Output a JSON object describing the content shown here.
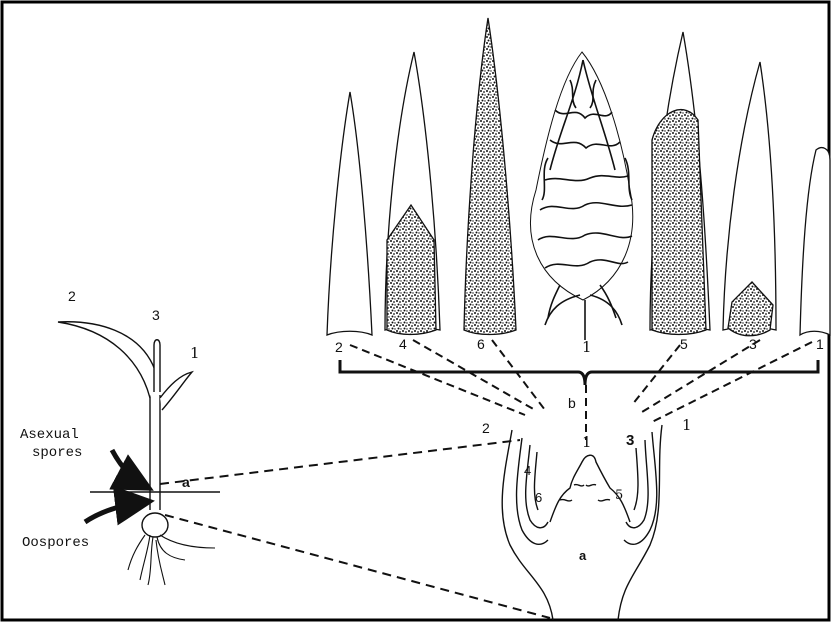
{
  "figure": {
    "plant_labels": {
      "leaf_2": "2",
      "leaf_3": "3",
      "leaf_1": "1"
    },
    "annotations": {
      "asexual_line1": "Asexual",
      "asexual_line2": "spores",
      "oospores": "Oospores",
      "cut_label": "a"
    },
    "leaf_row_labels": [
      "2",
      "4",
      "6",
      "1",
      "5",
      "3",
      "1"
    ],
    "section_labels": {
      "b": "b",
      "a": "a",
      "n2": "2",
      "n4": "4",
      "n6": "6",
      "n1_center": "1",
      "n3": "3",
      "n5": "5",
      "n1_right": "1"
    },
    "colors": {
      "ink": "#111111",
      "background": "#ffffff",
      "frame": "#000000"
    },
    "shading": {
      "leaf_4": "dense-stipple",
      "leaf_6": "dense-stipple",
      "leaf_5": "dense-stipple",
      "leaf_3": "dense-stipple",
      "leaf_1_center": "hairy-downy-growth"
    }
  }
}
